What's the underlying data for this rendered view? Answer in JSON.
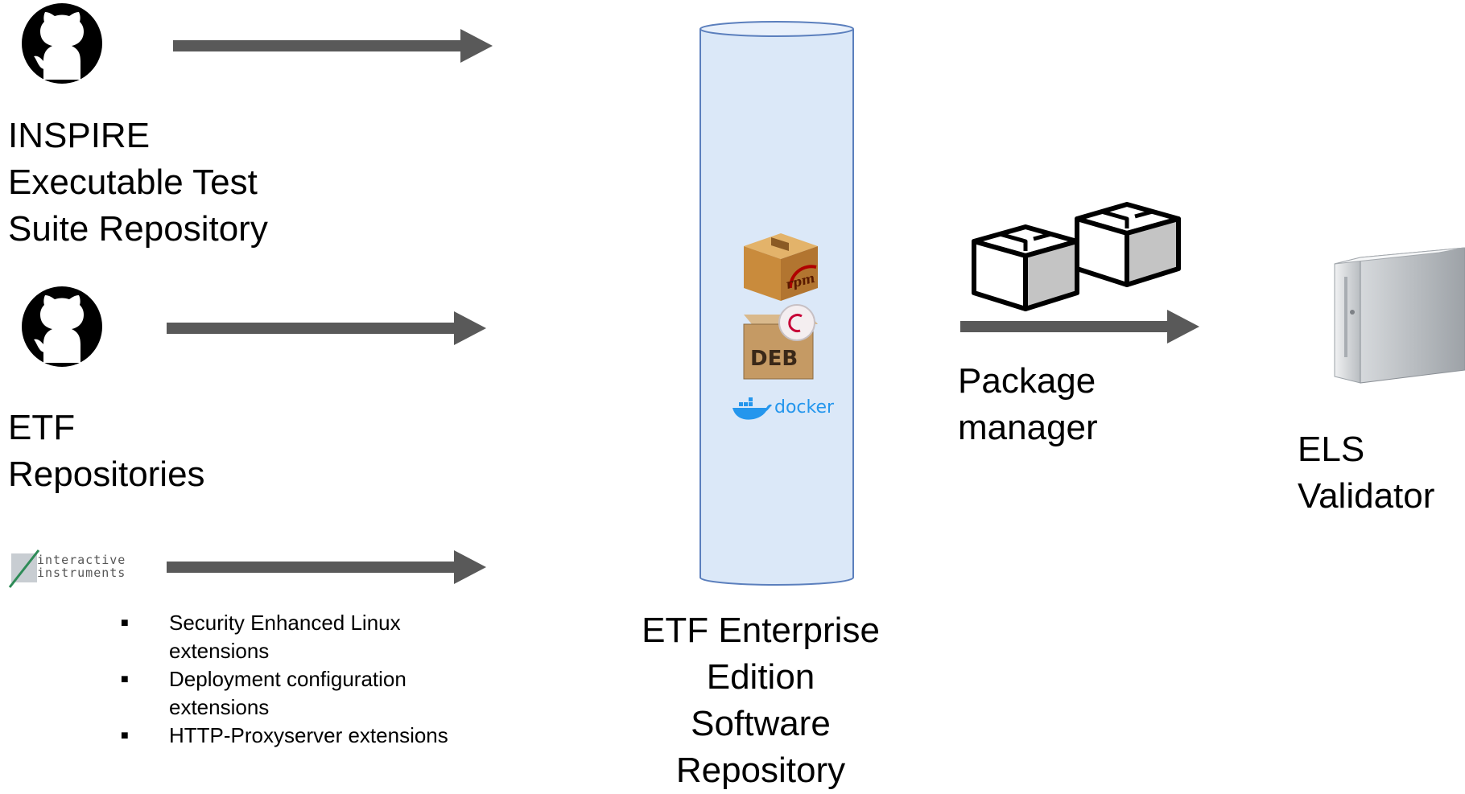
{
  "sources": [
    {
      "id": "inspire",
      "logo": "github-icon",
      "lines": [
        "INSPIRE",
        "Executable Test",
        "Suite Repository"
      ]
    },
    {
      "id": "etf",
      "logo": "github-icon",
      "lines": [
        "ETF",
        "Repositories"
      ]
    },
    {
      "id": "ii",
      "logo_text": [
        "interactive",
        "instruments"
      ],
      "bullets": [
        [
          "Security Enhanced Linux",
          "extensions"
        ],
        [
          "Deployment configuration",
          "extensions"
        ],
        [
          "HTTP-Proxyserver extensions"
        ]
      ]
    }
  ],
  "repository": {
    "lines": [
      "ETF Enterprise",
      "Edition",
      "Software",
      "Repository"
    ],
    "package_formats": [
      "rpm",
      "DEB",
      "docker"
    ]
  },
  "package_manager": {
    "lines": [
      "Package",
      "manager"
    ]
  },
  "validator": {
    "lines": [
      "ELS",
      "Validator"
    ]
  },
  "colors": {
    "arrow": "#595959",
    "cylinder_fill": "#dbe8f8",
    "cylinder_stroke": "#5b7fbd"
  }
}
